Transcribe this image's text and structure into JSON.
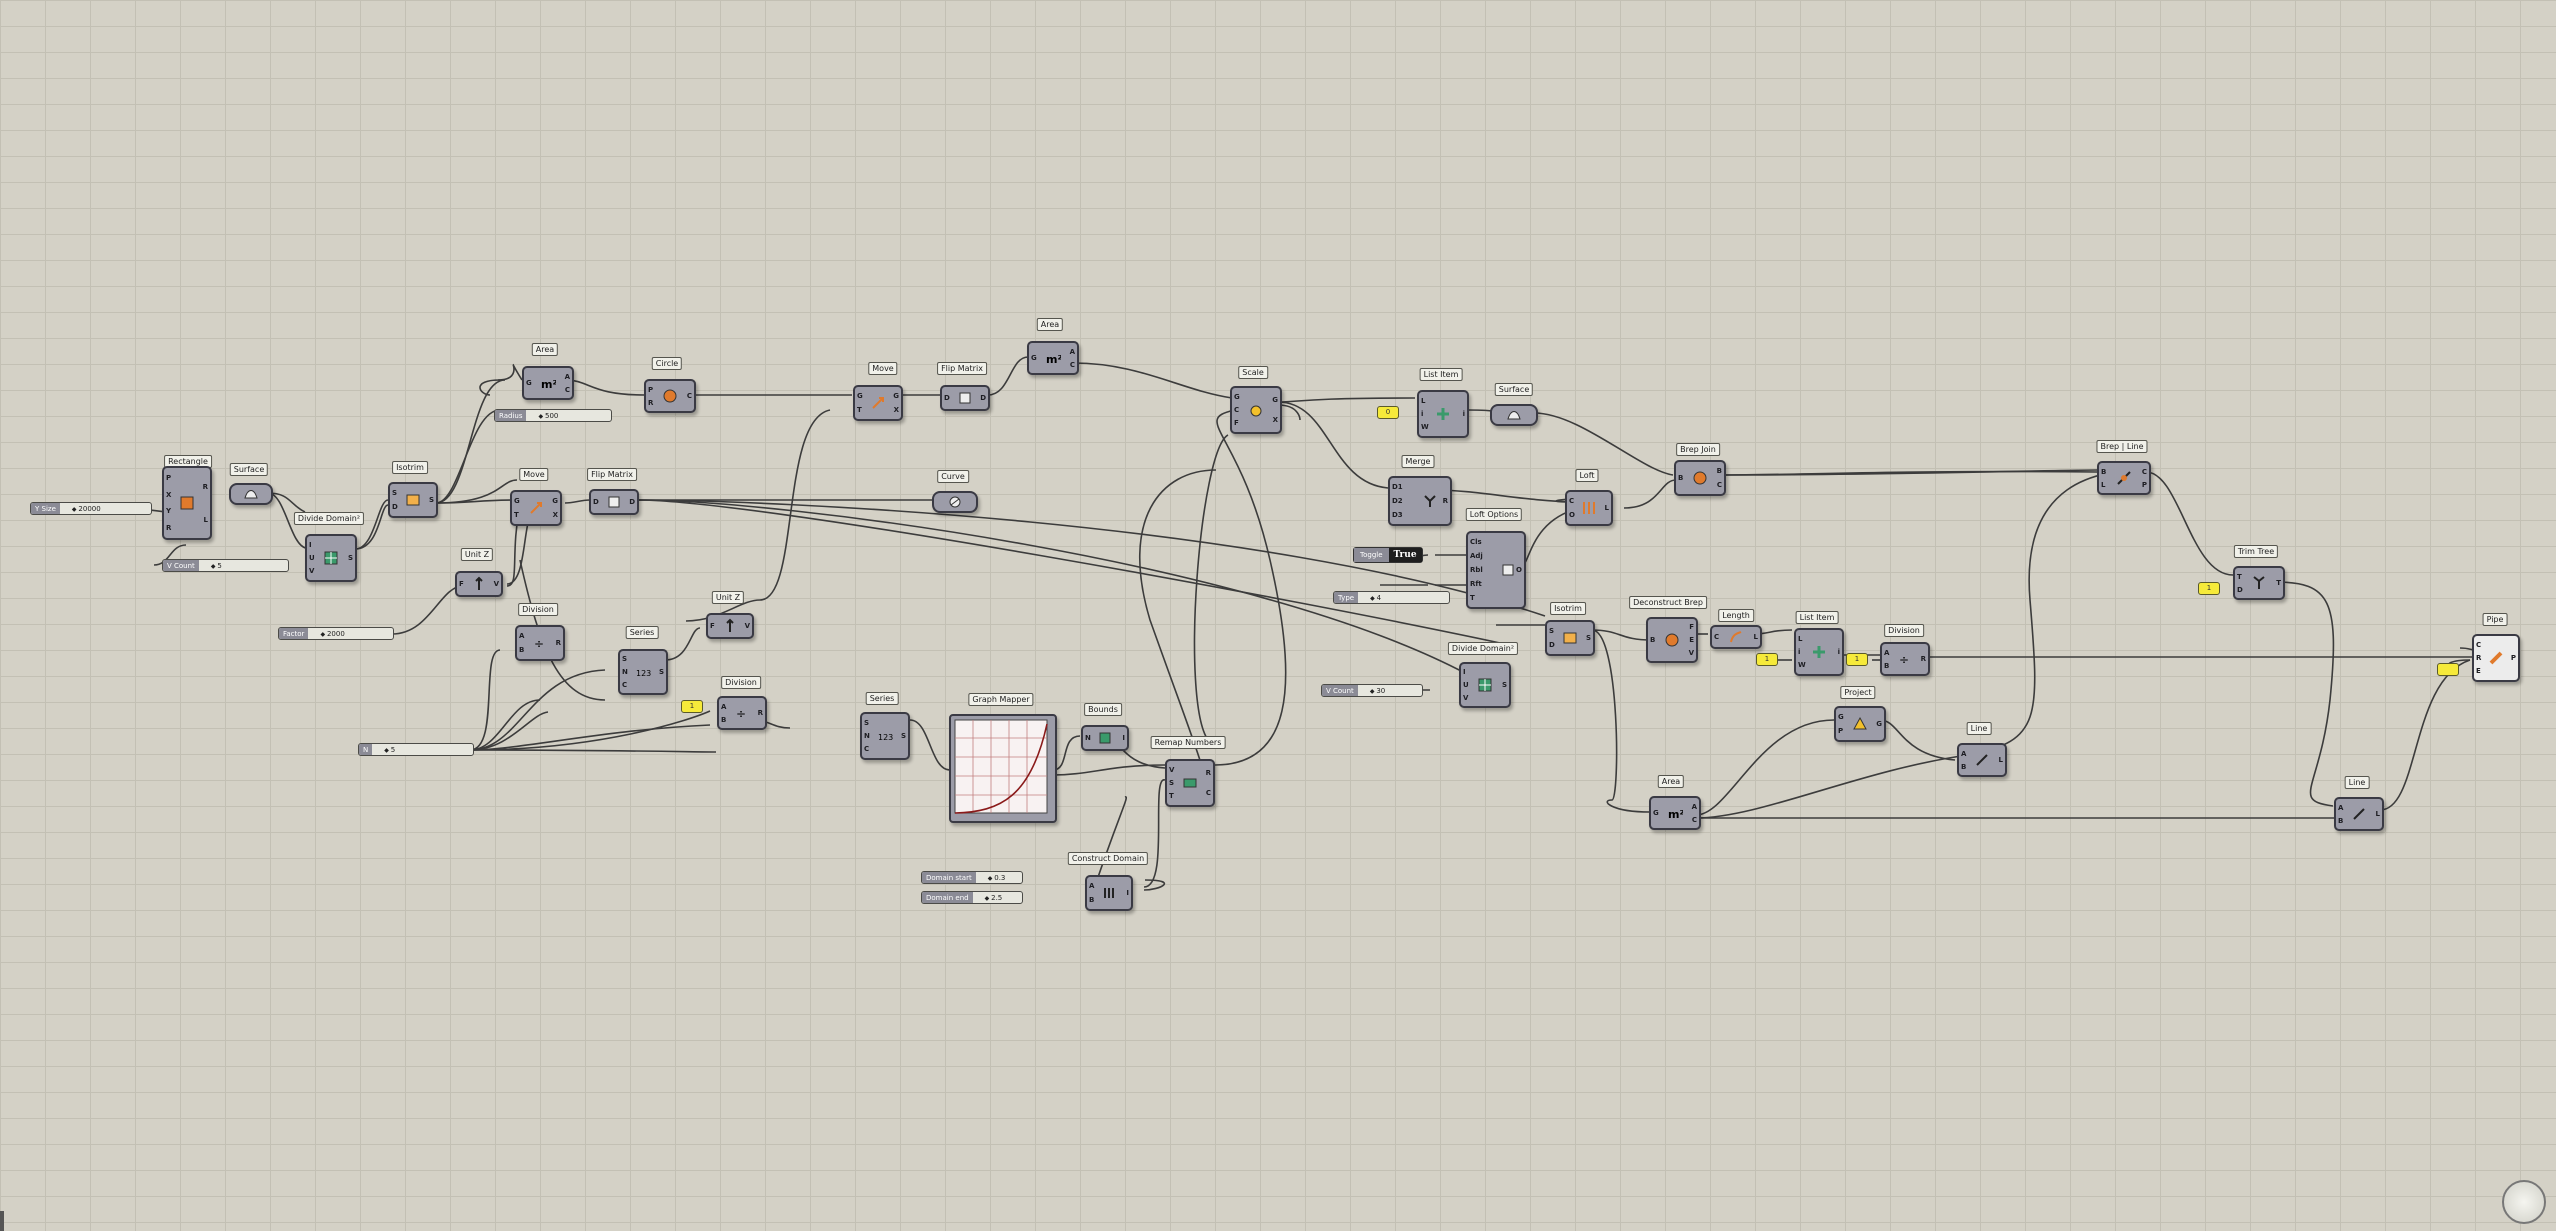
{
  "components": {
    "rectangle": {
      "label": "Rectangle"
    },
    "surface1": {
      "label": "Surface"
    },
    "divide_domain2": {
      "label": "Divide Domain²"
    },
    "isotrim1": {
      "label": "Isotrim"
    },
    "area1": {
      "label": "Area"
    },
    "circle": {
      "label": "Circle"
    },
    "move1": {
      "label": "Move"
    },
    "flip_matrix1": {
      "label": "Flip Matrix"
    },
    "unit_z": {
      "label": "Unit Z"
    },
    "division1": {
      "label": "Division"
    },
    "series1": {
      "label": "Series"
    },
    "unit_z2": {
      "label": "Unit Z"
    },
    "division2": {
      "label": "Division"
    },
    "series2": {
      "label": "Series"
    },
    "graph_mapper": {
      "label": "Graph Mapper"
    },
    "bounds": {
      "label": "Bounds"
    },
    "remap_numbers": {
      "label": "Remap Numbers"
    },
    "construct_domain": {
      "label": "Construct Domain"
    },
    "move2": {
      "label": "Move"
    },
    "flip_matrix2": {
      "label": "Flip Matrix"
    },
    "area2": {
      "label": "Area"
    },
    "curve": {
      "label": "Curve"
    },
    "scale": {
      "label": "Scale"
    },
    "list_item1": {
      "label": "List Item"
    },
    "surface2": {
      "label": "Surface"
    },
    "merge": {
      "label": "Merge"
    },
    "loft": {
      "label": "Loft"
    },
    "loft_options": {
      "label": "Loft Options"
    },
    "brep_join": {
      "label": "Brep Join"
    },
    "isotrim2": {
      "label": "Isotrim"
    },
    "divide_domain2b": {
      "label": "Divide Domain²"
    },
    "deconstruct_brep": {
      "label": "Deconstruct Brep"
    },
    "length": {
      "label": "Length"
    },
    "list_item2": {
      "label": "List Item"
    },
    "division3": {
      "label": "Division"
    },
    "area3": {
      "label": "Area"
    },
    "project": {
      "label": "Project"
    },
    "line1": {
      "label": "Line"
    },
    "brep_line": {
      "label": "Brep | Line"
    },
    "trim_tree": {
      "label": "Trim Tree"
    },
    "line2": {
      "label": "Line"
    },
    "pipe": {
      "label": "Pipe"
    }
  },
  "sliders": {
    "y_size": {
      "label": "Y Size",
      "value": "20000"
    },
    "v_count": {
      "label": "V Count",
      "value": "5"
    },
    "factor": {
      "label": "Factor",
      "value": "2000"
    },
    "n": {
      "label": "N",
      "value": "5"
    },
    "radius": {
      "label": "Radius",
      "value": "500"
    },
    "domain_start": {
      "label": "Domain start",
      "value": "0.3"
    },
    "domain_end": {
      "label": "Domain end",
      "value": "2.5"
    },
    "type": {
      "label": "Type",
      "value": "4"
    },
    "v_count2": {
      "label": "V Count",
      "value": "30"
    }
  },
  "toggle": {
    "label": "Toggle",
    "state": "True"
  },
  "panels": {
    "p1": "1",
    "p2": "0",
    "p3": "1",
    "p4": "1",
    "p5": "1"
  },
  "colors": {
    "canvas": "#d4d1c6",
    "grid": "#c3c0b4",
    "component": "#9c9ca8",
    "wire": "#3c3c3c",
    "panel": "#f6ea3a",
    "graph_curve": "#8a1a1a"
  }
}
